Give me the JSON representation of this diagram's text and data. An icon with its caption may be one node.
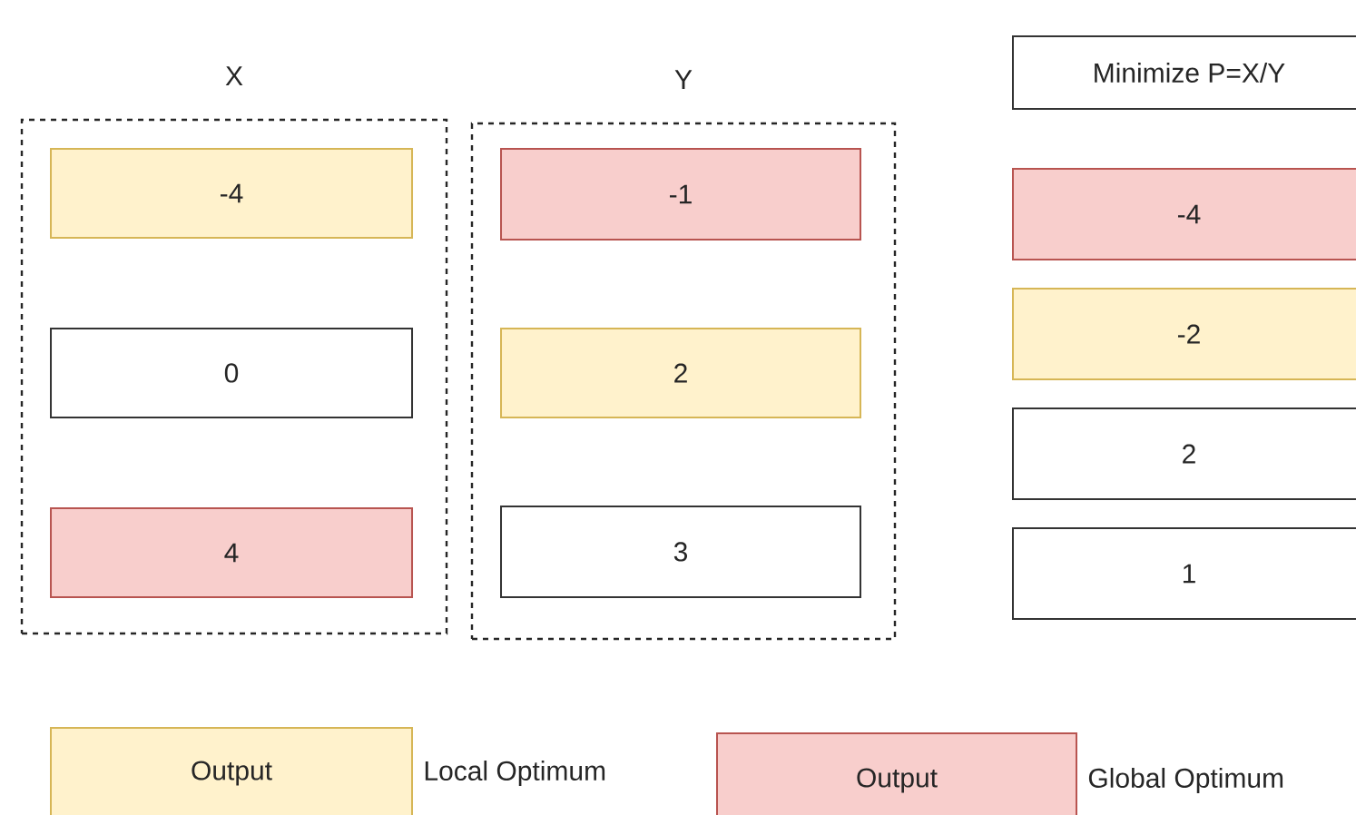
{
  "diagram": {
    "nodes": [
      {
        "text": [
          "X"
        ]
      },
      {
        "text": [
          "-4"
        ],
        "in": 0
      },
      {
        "text": [
          "0"
        ],
        "in": 0
      },
      {
        "text": [
          "4"
        ],
        "in": 0
      },
      {
        "text": [
          "Y"
        ]
      },
      {
        "text": [
          "-1"
        ],
        "in": 4
      },
      {
        "text": [
          "2"
        ],
        "in": 4
      },
      {
        "text": [
          "3"
        ],
        "in": 4
      },
      {
        "text": [
          "Minimize P=X/Y"
        ]
      },
      {
        "text": [
          "-4"
        ]
      },
      {
        "text": [
          "-2"
        ]
      },
      {
        "text": [
          "2"
        ]
      },
      {
        "text": [
          "1"
        ]
      }
    ],
    "labels": [
      "Output",
      "Output"
    ],
    "legend": [
      {
        "text": "Local Optimum",
        "color": "#fff2cc"
      },
      {
        "text": "Global Optimum",
        "color": "#f8cecc"
      }
    ]
  }
}
